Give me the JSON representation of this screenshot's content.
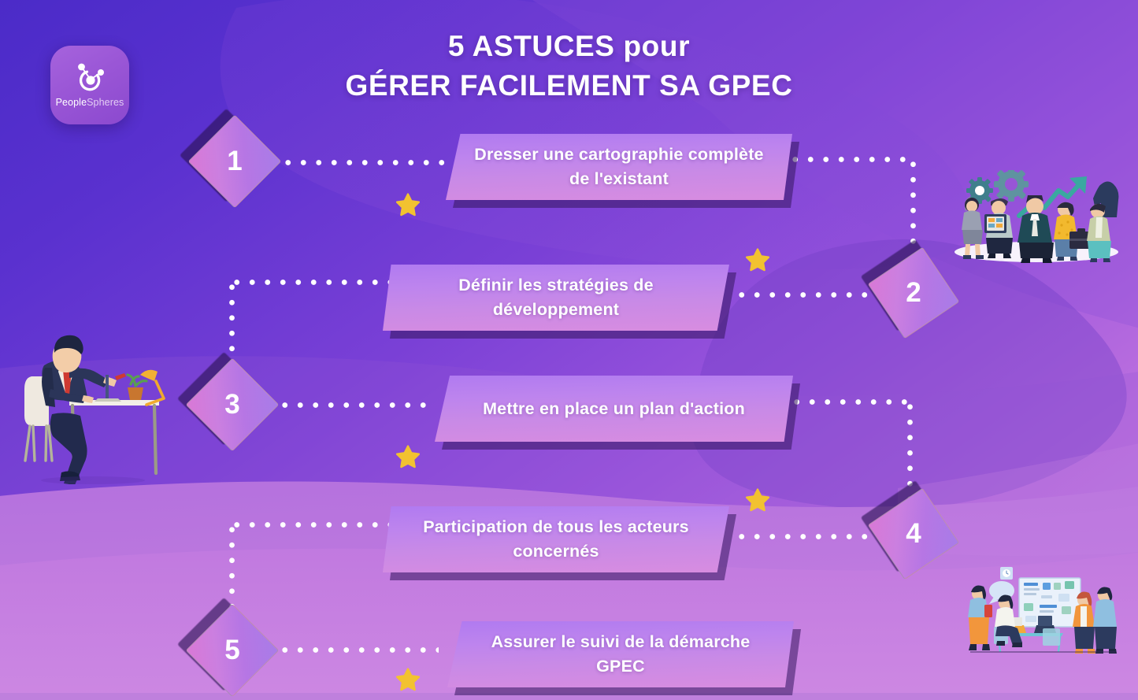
{
  "brand": {
    "logo_icon": "peoplespheres-sphere-icon",
    "name_part1": "People",
    "name_part2": "Spheres"
  },
  "header": {
    "title_line1": "5 ASTUCES pour",
    "title_line2": "GÉRER FACILEMENT SA GPEC"
  },
  "steps": [
    {
      "number": "1",
      "text": "Dresser une cartographie complète de l'existant"
    },
    {
      "number": "2",
      "text": "Définir les stratégies de développement"
    },
    {
      "number": "3",
      "text": "Mettre en place un plan d'action"
    },
    {
      "number": "4",
      "text": "Participation de tous les acteurs concernés"
    },
    {
      "number": "5",
      "text": "Assurer le suivi de la démarche GPEC"
    }
  ],
  "decorations": {
    "star_icon": "star-icon",
    "star_count": 5,
    "connector": "dotted-connector"
  },
  "illustrations": [
    {
      "name": "businessman-at-desk-illustration",
      "position": "left-middle"
    },
    {
      "name": "team-celebrating-growth-illustration",
      "position": "top-right"
    },
    {
      "name": "team-meeting-whiteboard-illustration",
      "position": "bottom-right"
    }
  ],
  "colors": {
    "bg_top_left": "#4b2bc8",
    "bg_bottom_right": "#cf86e2",
    "banner_light": "#b07af0",
    "banner_pink": "#d88ce0",
    "diamond_light": "#a87ce8",
    "diamond_pink": "#d978d6",
    "star": "#f2c230",
    "text": "#ffffff",
    "shadow": "#2b1254"
  }
}
